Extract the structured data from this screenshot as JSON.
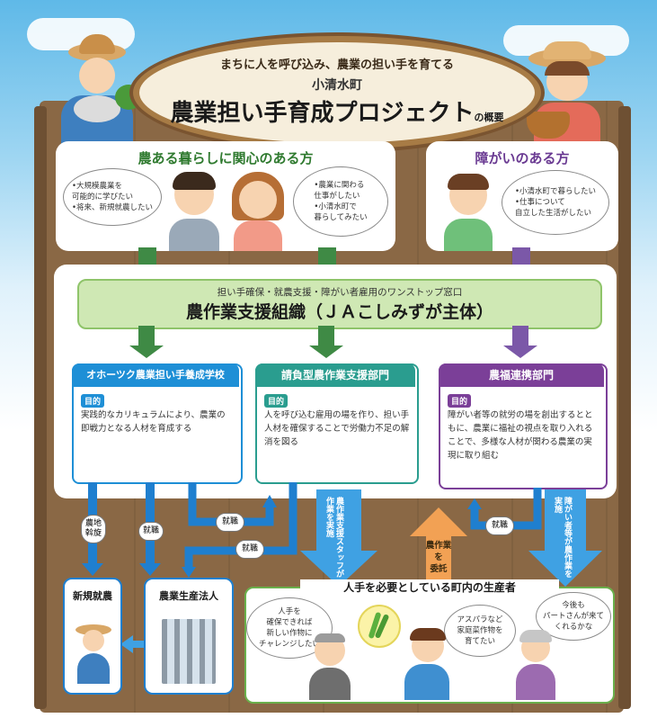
{
  "header": {
    "subtitle": "まちに人を呼び込み、農業の担い手を育てる",
    "town": "小清水町",
    "title": "農業担い手育成プロジェクト",
    "title_suffix": "の概要"
  },
  "interest_group": {
    "title": "農ある暮らしに関心のある方",
    "bubble_left": [
      "•大規模農業を",
      "  可能的に学びたい",
      "•将来、新規就農したい"
    ],
    "bubble_right": [
      "•農業に関わる",
      "  仕事がしたい",
      "•小清水町で",
      "  暮らしてみたい"
    ]
  },
  "disability_group": {
    "title": "障がいのある方",
    "bubble": [
      "•小清水町で暮らしたい",
      "•仕事について",
      "  自立した生活がしたい"
    ]
  },
  "center": {
    "line1": "担い手確保・就農支援・障がい者雇用のワンストップ窓口",
    "line2": "農作業支援組織（ＪＡこしみずが主体）"
  },
  "units": [
    {
      "title": "オホーツク農業担い手養成学校",
      "badge": "目的",
      "text": "実践的なカリキュラムにより、農業の即戦力となる人材を育成する",
      "color": "#1e8fd6"
    },
    {
      "title": "請負型農作業支援部門",
      "badge": "目的",
      "text": "人を呼び込む雇用の場を作り、担い手人材を確保することで労働力不足の解消を図る",
      "color": "#2a9d8f"
    },
    {
      "title": "農福連携部門",
      "badge": "目的",
      "text": "障がい者等の就労の場を創出するとともに、農業に福祉の視点を取り入れることで、多様な人材が関わる農業の実現に取り組む",
      "color": "#7b3f98"
    }
  ],
  "flow_labels": {
    "farmland": [
      "農地",
      "斡旋"
    ],
    "employ1": "就職",
    "employ2": "就職",
    "employ3": "就職",
    "employ4": "就職",
    "staff": "農作業支援スタッフが作業を実施",
    "commission": [
      "農作業を",
      "委託"
    ],
    "disabled_staff": "障がい者等が農作業を実施"
  },
  "bottom": {
    "new_farmer": "新規就農",
    "corporation": "農業生産法人",
    "producers_title": "人手を必要としている町内の生産者",
    "bubble1": [
      "人手を",
      "確保できれば",
      "新しい作物に",
      "チャレンジしたい"
    ],
    "bubble2": [
      "アスパラなど",
      "家庭菜作物を",
      "育てたい"
    ],
    "bubble3": [
      "今後も",
      "パートさんが来て",
      "くれるかな"
    ]
  },
  "colors": {
    "green_arrow": "#3f8a45",
    "purple_arrow": "#7b58a8",
    "blue_arrow": "#1f7fcf",
    "center_bg": "#cfe8b4",
    "orange": "#f2a154"
  }
}
